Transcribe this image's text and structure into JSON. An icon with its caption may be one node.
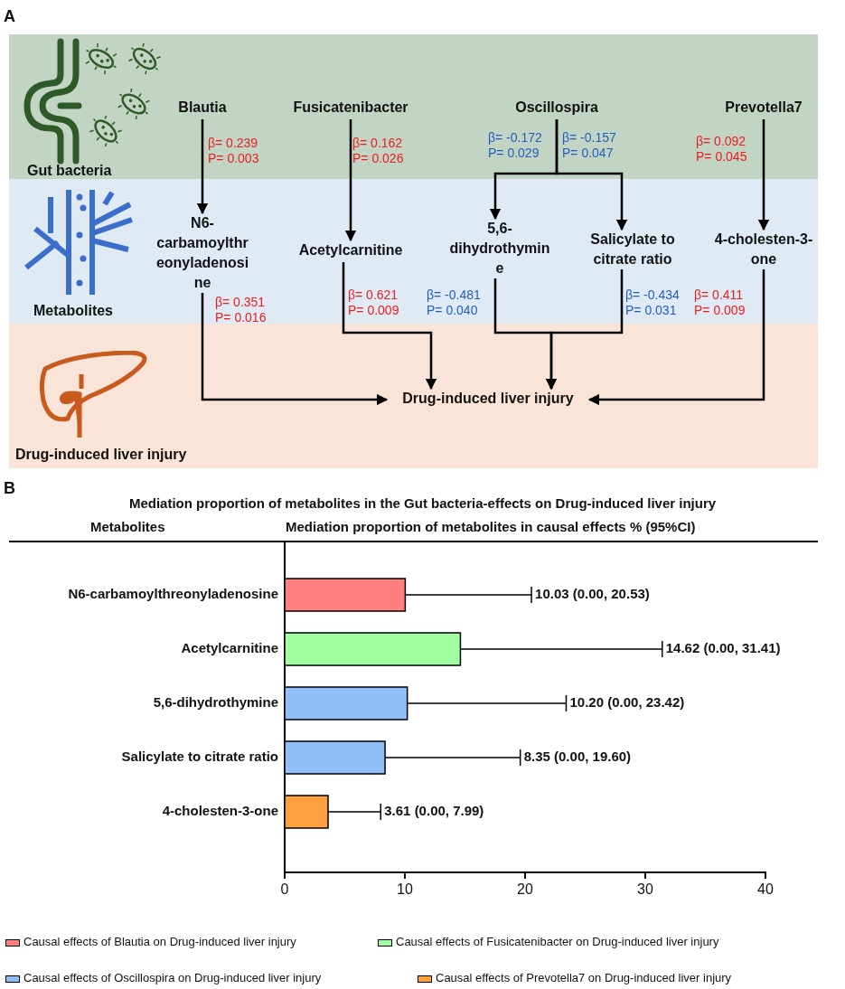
{
  "diagram": {
    "nodes": [
      {
        "text": [
          "Gut bacteria"
        ]
      },
      {
        "text": [
          "Metabolites"
        ]
      },
      {
        "text": [
          "Drug-induced liver injury"
        ]
      },
      {
        "text": [
          "Blautia"
        ],
        "in": 0
      },
      {
        "text": [
          "Fusicatenibacter"
        ],
        "in": 0
      },
      {
        "text": [
          "Oscillospira"
        ],
        "in": 0
      },
      {
        "text": [
          "Prevotella7"
        ],
        "in": 0
      },
      {
        "text": [
          "N6-carbamoylthreonyladenosine"
        ],
        "in": 1
      },
      {
        "text": [
          "Acetylcarnitine"
        ],
        "in": 1
      },
      {
        "text": [
          "5,6-dihydrothymine"
        ],
        "in": 1
      },
      {
        "text": [
          "Salicylate to citrate ratio"
        ],
        "in": 1
      },
      {
        "text": [
          "4-cholesten-3-one"
        ],
        "in": 1
      },
      {
        "text": [
          "Drug-induced liver injury"
        ],
        "in": 2
      }
    ],
    "edges": [
      {
        "from": 3,
        "to": 7,
        "arrow": "to",
        "label": "β= 0.239 P= 0.003"
      },
      {
        "from": 4,
        "to": 8,
        "arrow": "to",
        "label": "β= 0.162 P= 0.026"
      },
      {
        "from": 5,
        "to": 9,
        "arrow": "to",
        "label": "β= -0.172 P= 0.029"
      },
      {
        "from": 5,
        "to": 10,
        "arrow": "to",
        "label": "β= -0.157 P= 0.047"
      },
      {
        "from": 6,
        "to": 11,
        "arrow": "to",
        "label": "β= 0.092 P= 0.045"
      },
      {
        "from": 7,
        "to": 12,
        "arrow": "to",
        "label": "β= 0.351 P= 0.016"
      },
      {
        "from": 8,
        "to": 12,
        "arrow": "to",
        "label": "β= 0.621 P= 0.009"
      },
      {
        "from": 9,
        "to": 12,
        "arrow": "to",
        "label": "β= -0.481 P= 0.040"
      },
      {
        "from": 10,
        "to": 12,
        "arrow": "to",
        "label": "β= -0.434 P= 0.031"
      },
      {
        "from": 11,
        "to": 12,
        "arrow": "to",
        "label": "β= 0.411 P= 0.009"
      }
    ],
    "labels": [
      "A",
      "B",
      "Metabolites",
      "Mediation proportion of metabolites in causal effects % (95%CI)"
    ],
    "legend": [
      {
        "text": "Causal effects of Blautia on Drug-induced liver injury",
        "color": "#ff7f7f"
      },
      {
        "text": "Causal effects of Fusicatenibacter on Drug-induced liver injury",
        "color": "#a0ff9f"
      },
      {
        "text": "Causal effects of Oscillospira on Drug-induced liver injury",
        "color": "#90bff7"
      },
      {
        "text": "Causal effects of Prevotella7 on Drug-induced liver injury",
        "color": "#ffa040"
      }
    ],
    "chart_data": {
      "type": "bar",
      "orientation": "horizontal",
      "stacked": true,
      "title": "Mediation proportion of metabolites in the Gut bacteria-effects on Drug-induced liver injury",
      "categories": [
        "N6-carbamoylthreonyladenosine",
        "Acetylcarnitine",
        "5,6-dihydrothymine",
        "Salicylate to citrate ratio",
        "4-cholesten-3-one"
      ],
      "series": [
        {
          "color": "#ff7f7f",
          "values": [
            10.03,
            null,
            null,
            null,
            null
          ]
        },
        {
          "color": "#a0ff9f",
          "values": [
            null,
            14.62,
            null,
            null,
            null
          ]
        },
        {
          "color": "#90bff7",
          "values": [
            null,
            null,
            10.2,
            8.35,
            null
          ]
        },
        {
          "color": "#ffa040",
          "values": [
            null,
            null,
            null,
            null,
            3.61
          ]
        }
      ],
      "xlim": [
        0,
        40
      ],
      "xticks": [
        0,
        10,
        20,
        30,
        40
      ],
      "annotations": [
        "10.03 (0.00, 20.53)",
        "14.62 (0.00, 31.41)",
        "10.20 (0.00, 23.42)",
        "8.35 (0.00, 19.60)",
        "3.61 (0.00, 7.99)"
      ]
    }
  }
}
